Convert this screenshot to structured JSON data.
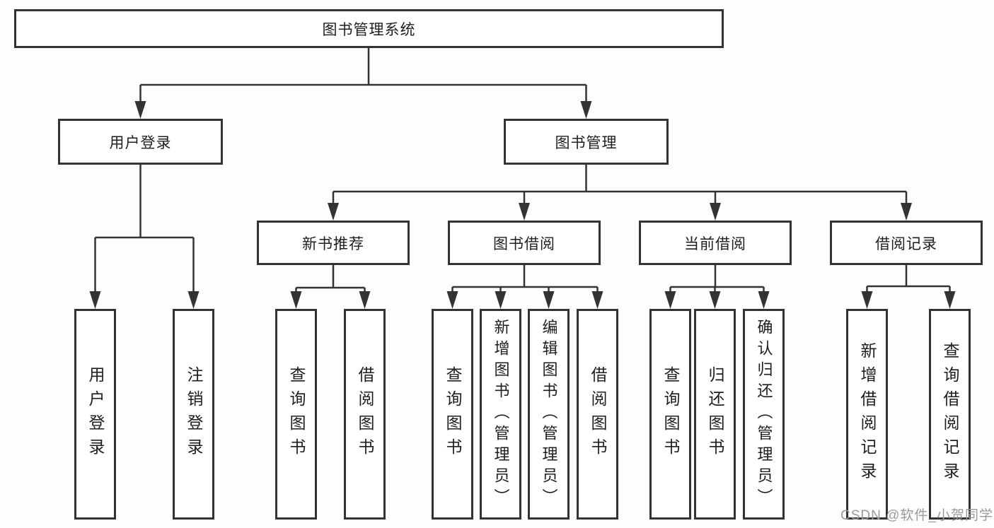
{
  "tree": {
    "root": {
      "label": "图书管理系统"
    },
    "branches": [
      {
        "label": "用户登录",
        "children": [
          {
            "label": "用户登录"
          },
          {
            "label": "注销登录"
          }
        ]
      },
      {
        "label": "图书管理",
        "children": [
          {
            "label": "新书推荐",
            "children": [
              {
                "label": "查询图书"
              },
              {
                "label": "借阅图书"
              }
            ]
          },
          {
            "label": "图书借阅",
            "children": [
              {
                "label": "查询图书"
              },
              {
                "label": "新增图书（管理员）"
              },
              {
                "label": "编辑图书（管理员）"
              },
              {
                "label": "借阅图书"
              }
            ]
          },
          {
            "label": "当前借阅",
            "children": [
              {
                "label": "查询图书"
              },
              {
                "label": "归还图书"
              },
              {
                "label": "确认归还（管理员）"
              }
            ]
          },
          {
            "label": "借阅记录",
            "children": [
              {
                "label": "新增借阅记录"
              },
              {
                "label": "查询借阅记录"
              }
            ]
          }
        ]
      }
    ]
  },
  "watermark": {
    "text": "CSDN @软件_小贺同学"
  },
  "colors": {
    "line": "#333333",
    "text": "#1e1e1e",
    "watermark": "#9a9a9a",
    "background": "#fdfdfd"
  }
}
